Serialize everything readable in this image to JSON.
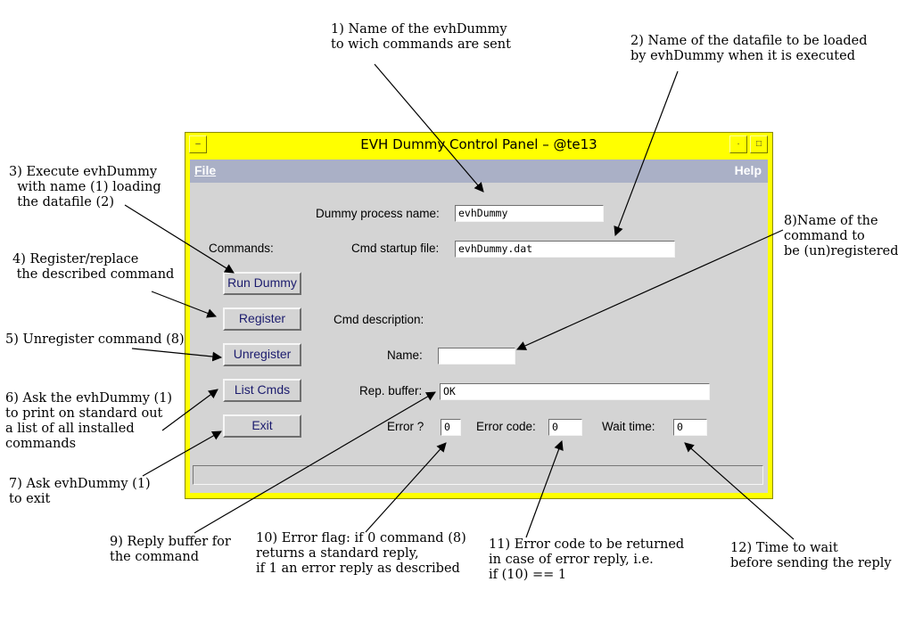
{
  "window": {
    "title": "EVH Dummy Control Panel – @te13"
  },
  "menu": {
    "file": "File",
    "help": "Help"
  },
  "form": {
    "commands_label": "Commands:",
    "dummy_process_label": "Dummy process name:",
    "dummy_process_value": "evhDummy",
    "cmd_startup_label": "Cmd startup file:",
    "cmd_startup_value": "evhDummy.dat",
    "cmd_description_label": "Cmd description:",
    "name_label": "Name:",
    "name_value": "",
    "rep_buffer_label": "Rep. buffer:",
    "rep_buffer_value": "OK",
    "error_flag_label": "Error ?",
    "error_flag_value": "0",
    "error_code_label": "Error code:",
    "error_code_value": "0",
    "wait_time_label": "Wait time:",
    "wait_time_value": "0",
    "status_text": ""
  },
  "buttons": {
    "run_dummy": "Run Dummy",
    "register": "Register",
    "unregister": "Unregister",
    "list_cmds": "List Cmds",
    "exit": "Exit"
  },
  "annotations": {
    "a1": "1) Name of the evhDummy\nto wich commands are sent",
    "a2": "2) Name of the datafile to be loaded\nby evhDummy when it is executed",
    "a3": "3) Execute evhDummy\n  with name (1) loading\n  the datafile (2)",
    "a4": "4) Register/replace\n the described command",
    "a5": "5) Unregister command (8)",
    "a6": "6) Ask the evhDummy (1)\nto print on standard out\na list of all installed\ncommands",
    "a7": "7) Ask evhDummy (1)\nto exit",
    "a8": "8)Name of the\ncommand to\nbe (un)registered",
    "a9": "9) Reply buffer for\nthe command",
    "a10": "10) Error flag: if 0 command (8)\nreturns a standard reply,\nif 1 an error reply as described",
    "a11": "11) Error code to be returned\nin case of error reply, i.e.\nif (10) == 1",
    "a12": "12) Time to wait\nbefore sending the reply"
  },
  "colors": {
    "titlebar": "#ffff00",
    "menubar": "#aab0c6",
    "panel": "#d4d4d4",
    "button_text": "#1c1c6e"
  }
}
